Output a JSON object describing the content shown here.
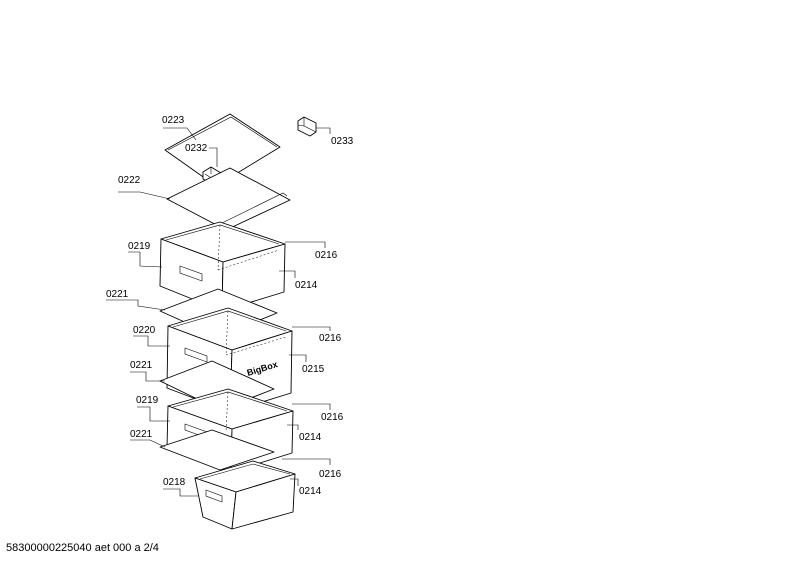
{
  "footer": {
    "doc_id": "58300000225040 aet 000 a 2/4"
  },
  "brand_mark": "BigBox",
  "callouts": {
    "c0223": "0223",
    "c0232": "0232",
    "c0233": "0233",
    "c0222": "0222",
    "c0219a": "0219",
    "c0216a": "0216",
    "c0214a": "0214",
    "c0221a": "0221",
    "c0220": "0220",
    "c0216b": "0216",
    "c0215": "0215",
    "c0221b": "0221",
    "c0219b": "0219",
    "c0216c": "0216",
    "c0214b": "0214",
    "c0221c": "0221",
    "c0216d": "0216",
    "c0218": "0218",
    "c0214c": "0214"
  }
}
